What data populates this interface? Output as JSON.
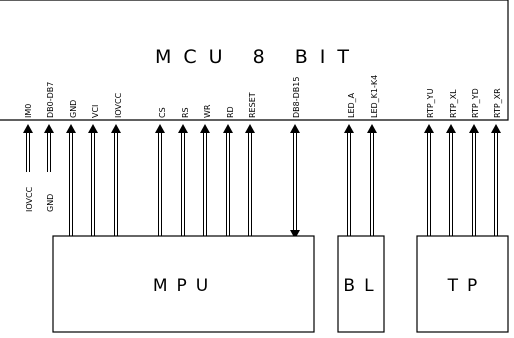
{
  "mcu": {
    "title": "MCU 8 BIT"
  },
  "blocks": [
    {
      "id": "mpu",
      "label": "MPU"
    },
    {
      "id": "bl",
      "label": "BL"
    },
    {
      "id": "tp",
      "label": "TP"
    }
  ],
  "pins": [
    {
      "id": "im0",
      "label": "IM0"
    },
    {
      "id": "db0-db7",
      "label": "DB0-DB7"
    },
    {
      "id": "gnd",
      "label": "GND"
    },
    {
      "id": "vci",
      "label": "VCI"
    },
    {
      "id": "iovcc",
      "label": "IOVCC"
    },
    {
      "id": "cs",
      "label": "CS"
    },
    {
      "id": "rs",
      "label": "RS"
    },
    {
      "id": "wr",
      "label": "WR"
    },
    {
      "id": "rd",
      "label": "RD"
    },
    {
      "id": "reset",
      "label": "RESET"
    },
    {
      "id": "db8-db15",
      "label": "DB8-DB15"
    },
    {
      "id": "led-a",
      "label": "LED_A"
    },
    {
      "id": "led-k",
      "label": "LED_K1-K4"
    },
    {
      "id": "rtp-yu",
      "label": "RTP_YU"
    },
    {
      "id": "rtp-xl",
      "label": "RTP_XL"
    },
    {
      "id": "rtp-yd",
      "label": "RTP_YD"
    },
    {
      "id": "rtp-xr",
      "label": "RTP_XR"
    }
  ],
  "side_labels": {
    "im0_tie": "IOVCC",
    "db0_db7_tie": "GND"
  }
}
